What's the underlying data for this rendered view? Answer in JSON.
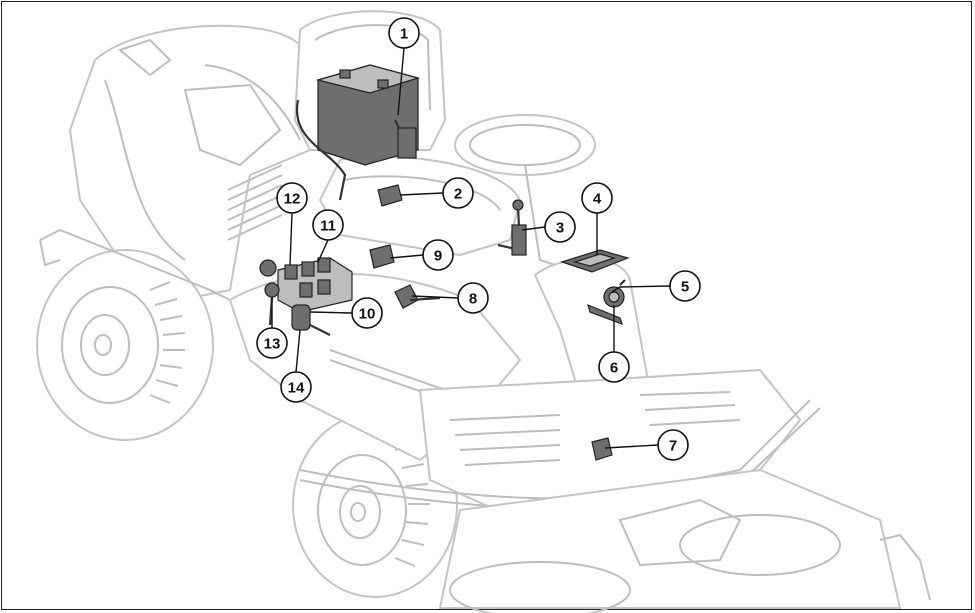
{
  "callouts": [
    {
      "id": 1,
      "label": "1"
    },
    {
      "id": 2,
      "label": "2"
    },
    {
      "id": 3,
      "label": "3"
    },
    {
      "id": 4,
      "label": "4"
    },
    {
      "id": 5,
      "label": "5"
    },
    {
      "id": 6,
      "label": "6"
    },
    {
      "id": 7,
      "label": "7"
    },
    {
      "id": 8,
      "label": "8"
    },
    {
      "id": 9,
      "label": "9"
    },
    {
      "id": 10,
      "label": "10"
    },
    {
      "id": 11,
      "label": "11"
    },
    {
      "id": 12,
      "label": "12"
    },
    {
      "id": 13,
      "label": "13"
    },
    {
      "id": 14,
      "label": "14"
    }
  ],
  "colors": {
    "outline": "#c4c4c4",
    "component": "#6e6e6e",
    "callout_border": "#111111"
  }
}
